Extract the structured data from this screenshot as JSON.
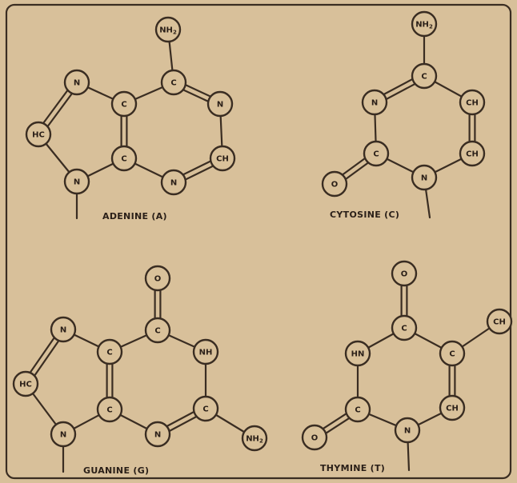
{
  "molecules": {
    "adenine": {
      "caption": "ADENINE (A)",
      "atoms": [
        "N",
        "HC",
        "N",
        "C",
        "C",
        "C",
        "NH2",
        "N",
        "CH",
        "N"
      ]
    },
    "cytosine": {
      "caption": "CYTOSINE (C)",
      "atoms": [
        "NH2",
        "C",
        "N",
        "CH",
        "CH",
        "C",
        "O",
        "N"
      ]
    },
    "guanine": {
      "caption": "GUANINE (G)",
      "atoms": [
        "N",
        "HC",
        "N",
        "C",
        "C",
        "O",
        "C",
        "NH",
        "C",
        "NH2",
        "N"
      ]
    },
    "thymine": {
      "caption": "THYMINE (T)",
      "atoms": [
        "O",
        "C",
        "CH",
        "HN",
        "C",
        "C",
        "CH",
        "O",
        "N"
      ]
    }
  },
  "colors": {
    "paper": "#d8c09a",
    "ink": "#3a2d22"
  }
}
